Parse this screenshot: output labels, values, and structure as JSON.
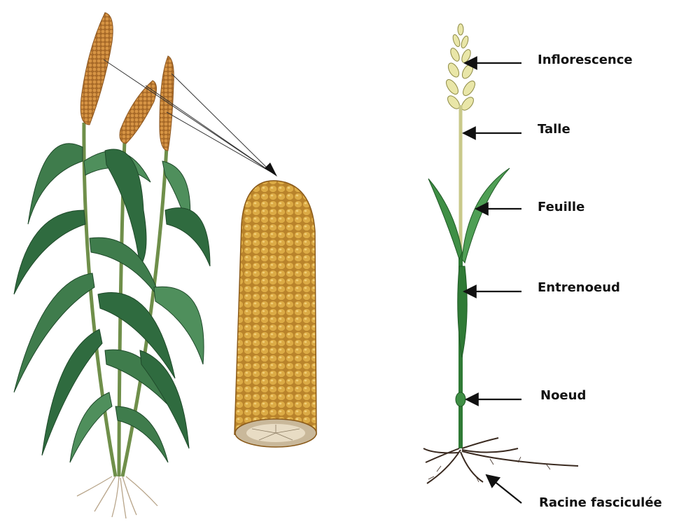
{
  "labels": {
    "inflorescence": "Inflorescence",
    "talle": "Talle",
    "feuille": "Feuille",
    "entrenoeud": "Entrenoeud",
    "noeud": "Noeud",
    "racine": "Racine fasciculée"
  },
  "colors": {
    "leaf_dark": "#2f6b3f",
    "leaf_mid": "#4f8f5c",
    "leaf_light": "#8fbf8a",
    "spike": "#c98a3a",
    "spike_dark": "#9a5f22",
    "grain": "#d6a23c",
    "grain_dark": "#a8731f",
    "stem": "#9fa35a",
    "stem_green": "#2f7a35",
    "root": "#5a4030",
    "arrow": "#111111",
    "background": "#ffffff"
  },
  "icons": [
    "millet-plants-illustration",
    "millet-ear-cross-section",
    "annotated-plant-diagram"
  ]
}
